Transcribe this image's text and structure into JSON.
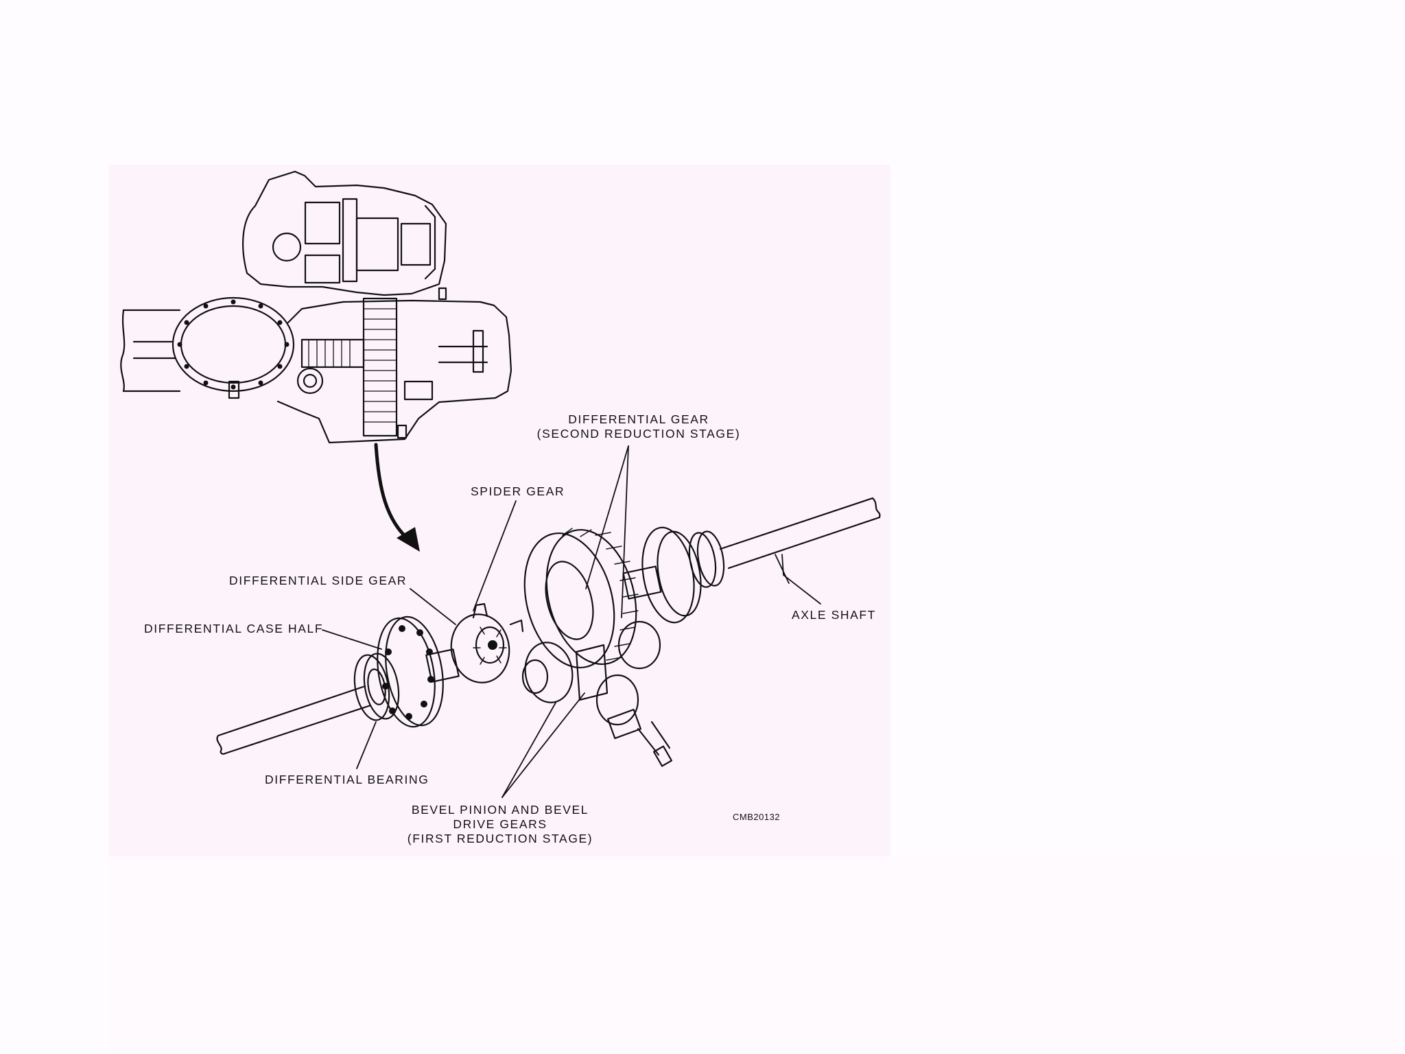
{
  "figure": {
    "labels": {
      "differential_gear": [
        "DIFFERENTIAL  GEAR",
        "(SECOND  REDUCTION  STAGE)"
      ],
      "spider_gear": "SPIDER  GEAR",
      "differential_side_gear": "DIFFERENTIAL  SIDE  GEAR",
      "differential_case_half": "DIFFERENTIAL  CASE  HALF",
      "axle_shaft": "AXLE  SHAFT",
      "differential_bearing": "DIFFERENTIAL  BEARING",
      "bevel_pinion": [
        "BEVEL  PINION  AND  BEVEL",
        "DRIVE  GEARS",
        "(FIRST  REDUCTION  STAGE)"
      ],
      "figure_code": "CMB20132"
    },
    "colors": {
      "ink": "#111111",
      "panel": "#fdf4fb",
      "page": "#fefcfe"
    }
  }
}
